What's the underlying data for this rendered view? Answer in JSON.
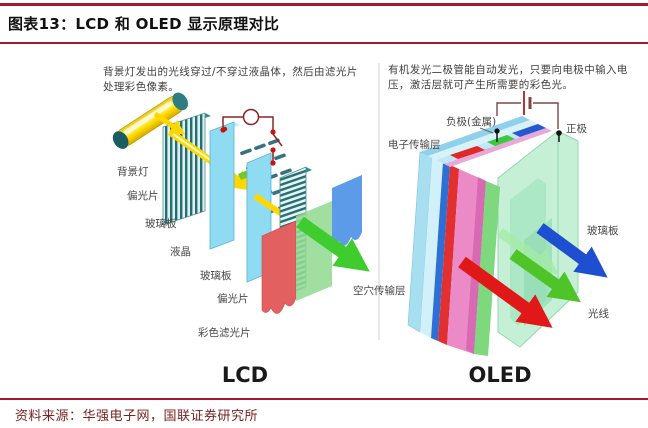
{
  "figure": {
    "title": "图表13：LCD 和 OLED 显示原理对比",
    "source": "资料来源：华强电子网，国联证券研究所"
  },
  "lcd": {
    "caption": "LCD",
    "description_line1": "背景灯发出的光线穿过/不穿过液晶体，然后由滤光片",
    "description_line2": "处理彩色像素。",
    "labels": {
      "backlight": "背景灯",
      "polarizer_front": "偏光片",
      "glass_front": "玻璃板",
      "liquid_crystal": "液晶",
      "glass_rear": "玻璃板",
      "polarizer_rear": "偏光片",
      "color_filter": "彩色滤光片"
    }
  },
  "oled": {
    "caption": "OLED",
    "description_line1": "有机发光二极管能自动发光，只要向电极中输入电",
    "description_line2": "压，激活层就可产生所需要的彩色光。",
    "labels": {
      "cathode": "负极(金属)",
      "anode": "正极",
      "electron_transport_layer": "电子传输层",
      "hole_transport_layer": "空穴传输层",
      "glass": "玻璃板",
      "light": "光线"
    }
  },
  "colors": {
    "rule_red": "#9E1B30",
    "source_text": "#7A221C",
    "label_text": "#474747",
    "beam_yellow": "#FFD700",
    "lcd_output_green": "#3ECC2E",
    "oled_arrow_red": "#E01818",
    "oled_arrow_green": "#4FC428",
    "oled_arrow_blue": "#1E4FD0",
    "circuit_red": "#8B2525",
    "glass_blue": "#8FDCF2",
    "polarizer_teal": "#256F74",
    "oled_pink_layer": "#EC8AC8",
    "oled_glass_green": "#C6F0D6"
  }
}
